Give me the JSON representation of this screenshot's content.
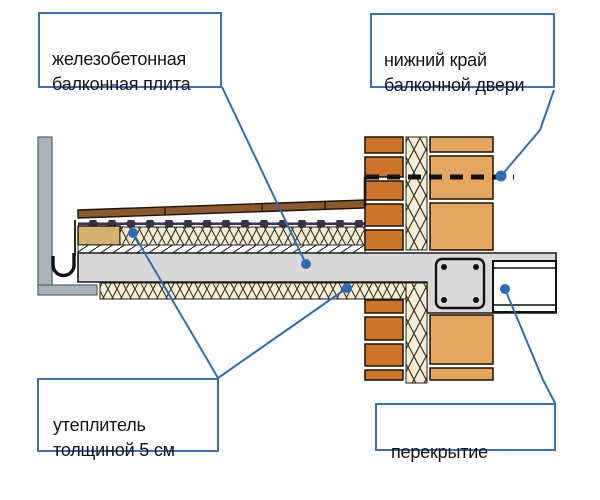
{
  "diagram": {
    "labels": {
      "balcony_slab": "железобетонная\nбалконная плита",
      "door_edge": "нижний край\nбалконной двери",
      "insulation": "утеплитель\nтолщиной 5 см",
      "floor_slab": "перекрытие"
    },
    "colors": {
      "leader_blue": "#2e6db4",
      "label_border_blue": "#3a71b8",
      "brick_dark": "#cc752a",
      "brick_light": "#e3a55f",
      "insulation_cream": "#f4eed6",
      "slab_gray": "#d9d9d9",
      "decking_brown": "#8a5a2e",
      "membrane_dark": "#39324e",
      "wood_block_tan": "#d4b26e",
      "parapet_gray": "#a7b3b7"
    }
  }
}
